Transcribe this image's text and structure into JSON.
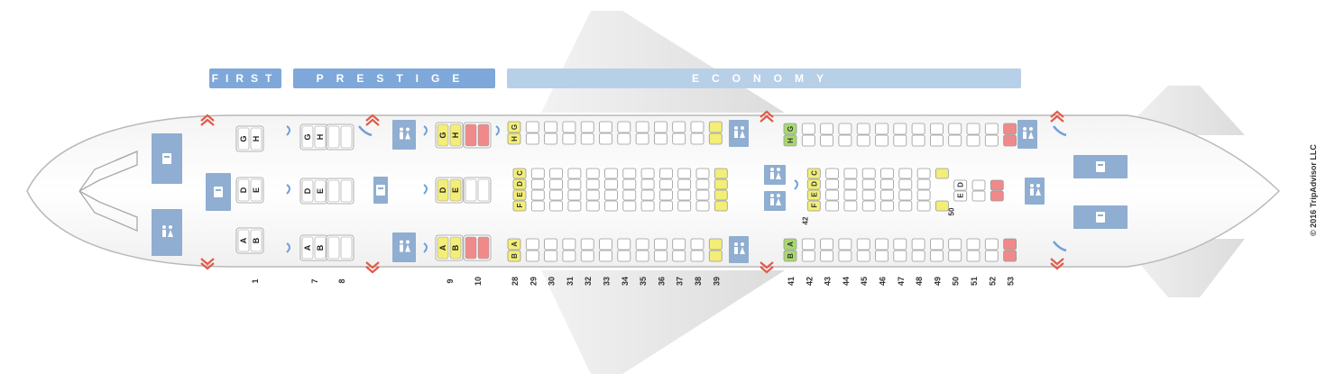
{
  "cabins": {
    "first": "FIRST",
    "prestige": "PRESTIGE",
    "economy": "ECONOMY"
  },
  "copyright": "© 2016 TripAdvisor LLC",
  "colors": {
    "banner": "#7ea8d9",
    "banner_light": "#b8cfe8",
    "facility": "#8faed1",
    "seat": "#ffffff",
    "seat_border": "#9a9a9a",
    "seat_yellow": "#f2ee78",
    "seat_green": "#a8d86e",
    "seat_red": "#f08a8a",
    "exit": "#e05c4a",
    "fuselage": "#fafafa",
    "wing": "#eaeaea"
  },
  "rows": {
    "first": [
      "1"
    ],
    "prestige": [
      "7",
      "8",
      "9",
      "10"
    ],
    "economy_front": [
      "28",
      "29",
      "30",
      "31",
      "32",
      "33",
      "34",
      "35",
      "36",
      "37",
      "38",
      "39"
    ],
    "economy_rear": [
      "41",
      "42",
      "43",
      "44",
      "45",
      "46",
      "47",
      "48",
      "49",
      "50",
      "51",
      "52",
      "53"
    ]
  },
  "seat_letters": {
    "window_top": "G H",
    "center": "D E",
    "window_bottom": "A B",
    "center_economy": "C D E F"
  },
  "side_labels": {
    "row_42": "42",
    "row_50": "50"
  },
  "icons": {
    "lavatory": "lavatory-icon",
    "galley": "galley-icon",
    "closet": "closet-icon",
    "exit": "exit-arrow-icon",
    "phone": "phone-icon",
    "bassinet": "bassinet-icon"
  }
}
